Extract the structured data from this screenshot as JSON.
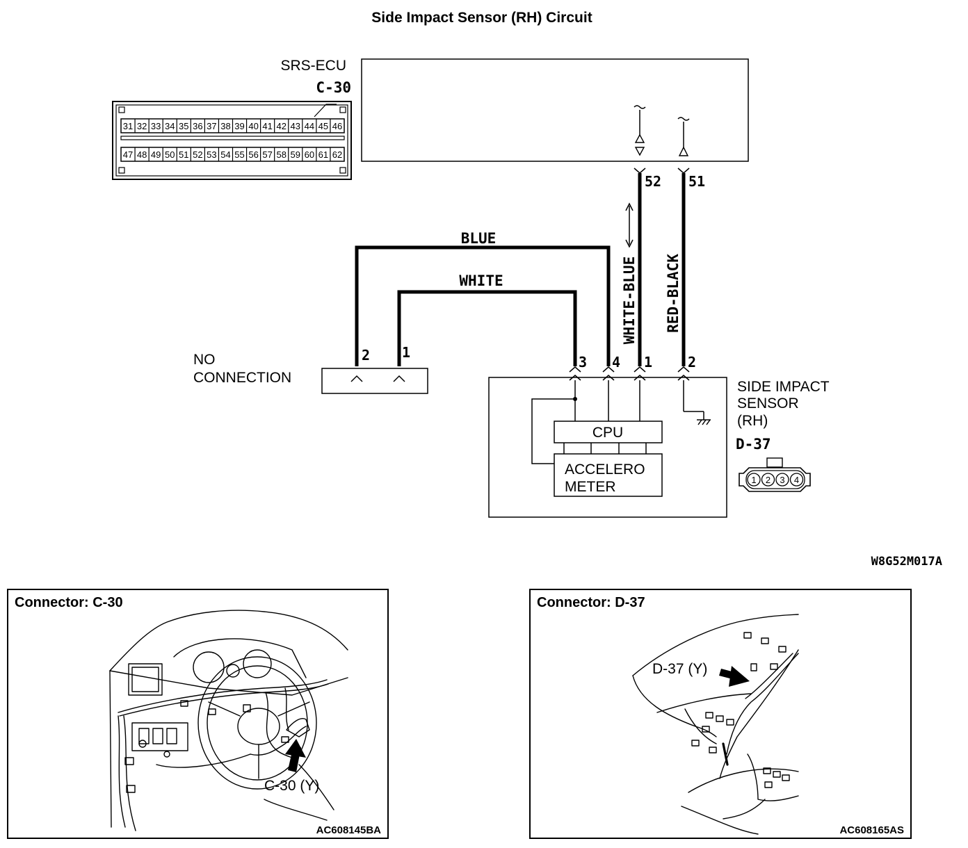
{
  "title": "Side Impact Sensor (RH) Circuit",
  "ecu": {
    "label": "SRS-ECU",
    "connector": "C-30",
    "pins_top": [
      "31",
      "32",
      "33",
      "34",
      "35",
      "36",
      "37",
      "38",
      "39",
      "40",
      "41",
      "42",
      "43",
      "44",
      "45",
      "46"
    ],
    "pins_bottom": [
      "47",
      "48",
      "49",
      "50",
      "51",
      "52",
      "53",
      "54",
      "55",
      "56",
      "57",
      "58",
      "59",
      "60",
      "61",
      "62"
    ],
    "terminal_52": "52",
    "terminal_51": "51"
  },
  "wires": {
    "blue": "BLUE",
    "white": "WHITE",
    "white_blue": "WHITE-BLUE",
    "red_black": "RED-BLACK"
  },
  "no_connection": {
    "line1": "NO",
    "line2": "CONNECTION",
    "pin_2": "2",
    "pin_1": "1"
  },
  "sensor": {
    "line1": "SIDE IMPACT",
    "line2": "SENSOR",
    "line3": "(RH)",
    "connector": "D-37",
    "pins": [
      "1",
      "2",
      "3",
      "4"
    ],
    "pin_3": "3",
    "pin_4": "4",
    "pin_1": "1",
    "pin_2": "2",
    "cpu": "CPU",
    "accel_line1": "ACCELERO",
    "accel_line2": "METER"
  },
  "diagram_code": "W8G52M017A",
  "panel_c30": {
    "title": "Connector: C-30",
    "callout": "C-30 (Y)",
    "code": "AC608145BA"
  },
  "panel_d37": {
    "title": "Connector: D-37",
    "callout": "D-37 (Y)",
    "code": "AC608165AS"
  }
}
